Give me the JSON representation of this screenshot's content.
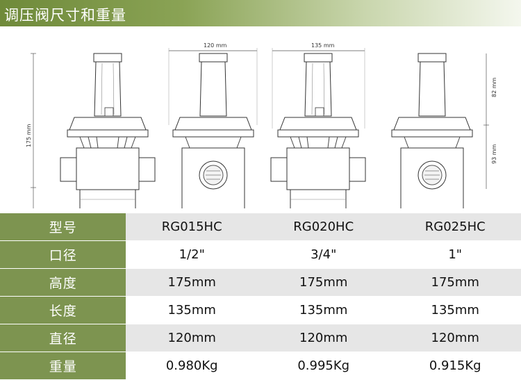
{
  "header": {
    "title": "调压阀尺寸和重量"
  },
  "dimensions": {
    "height": "175 mm",
    "width_a": "120 mm",
    "width_b": "135 mm",
    "upper": "82 mm",
    "lower": "93 mm"
  },
  "table": {
    "rows": [
      {
        "label": "型号",
        "values": [
          "RG015HC",
          "RG020HC",
          "RG025HC"
        ]
      },
      {
        "label": "口径",
        "values": [
          "1/2\"",
          "3/4\"",
          "1\""
        ]
      },
      {
        "label": "高度",
        "values": [
          "175mm",
          "175mm",
          "175mm"
        ]
      },
      {
        "label": "长度",
        "values": [
          "135mm",
          "135mm",
          "135mm"
        ]
      },
      {
        "label": "直径",
        "values": [
          "120mm",
          "120mm",
          "120mm"
        ]
      },
      {
        "label": "重量",
        "values": [
          "0.980Kg",
          "0.995Kg",
          "0.915Kg"
        ]
      }
    ]
  }
}
